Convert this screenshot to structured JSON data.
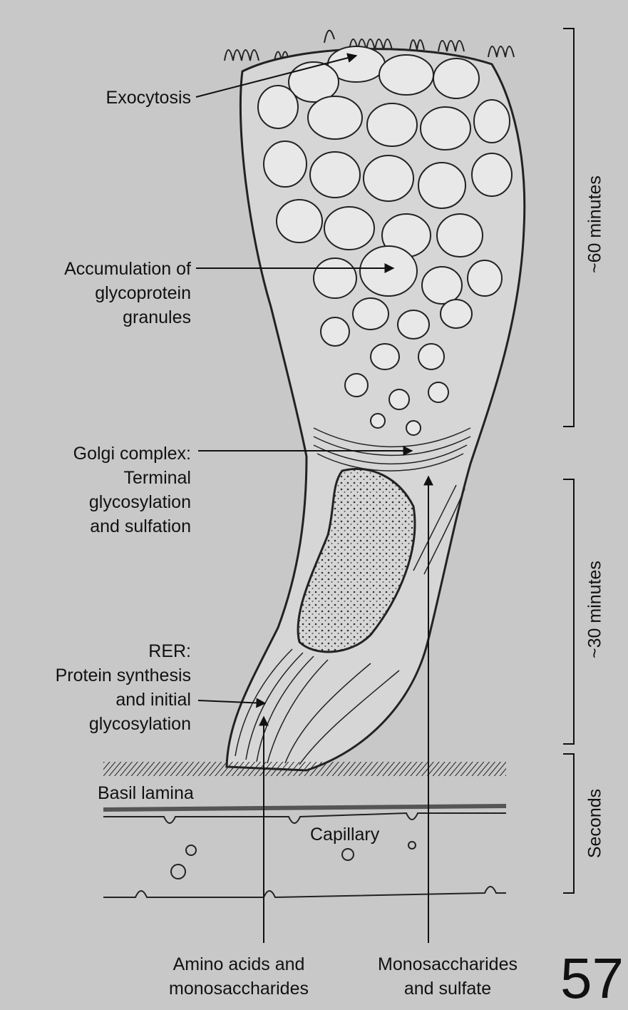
{
  "labels": {
    "exocytosis": "Exocytosis",
    "accumulation": "Accumulation of\nglycoprotein\ngranules",
    "golgi": "Golgi complex:\nTerminal\nglycosylation\nand sulfation",
    "rer": "RER:\nProtein synthesis\nand initial\nglycosylation",
    "basal_lamina": "Basil lamina",
    "capillary": "Capillary",
    "amino_acids": "Amino acids and\nmonosaccharides",
    "monosaccharides": "Monosaccharides\nand sulfate"
  },
  "time_brackets": {
    "sixty": "~60 minutes",
    "thirty": "~30 minutes",
    "seconds": "Seconds"
  },
  "page_number": "57"
}
